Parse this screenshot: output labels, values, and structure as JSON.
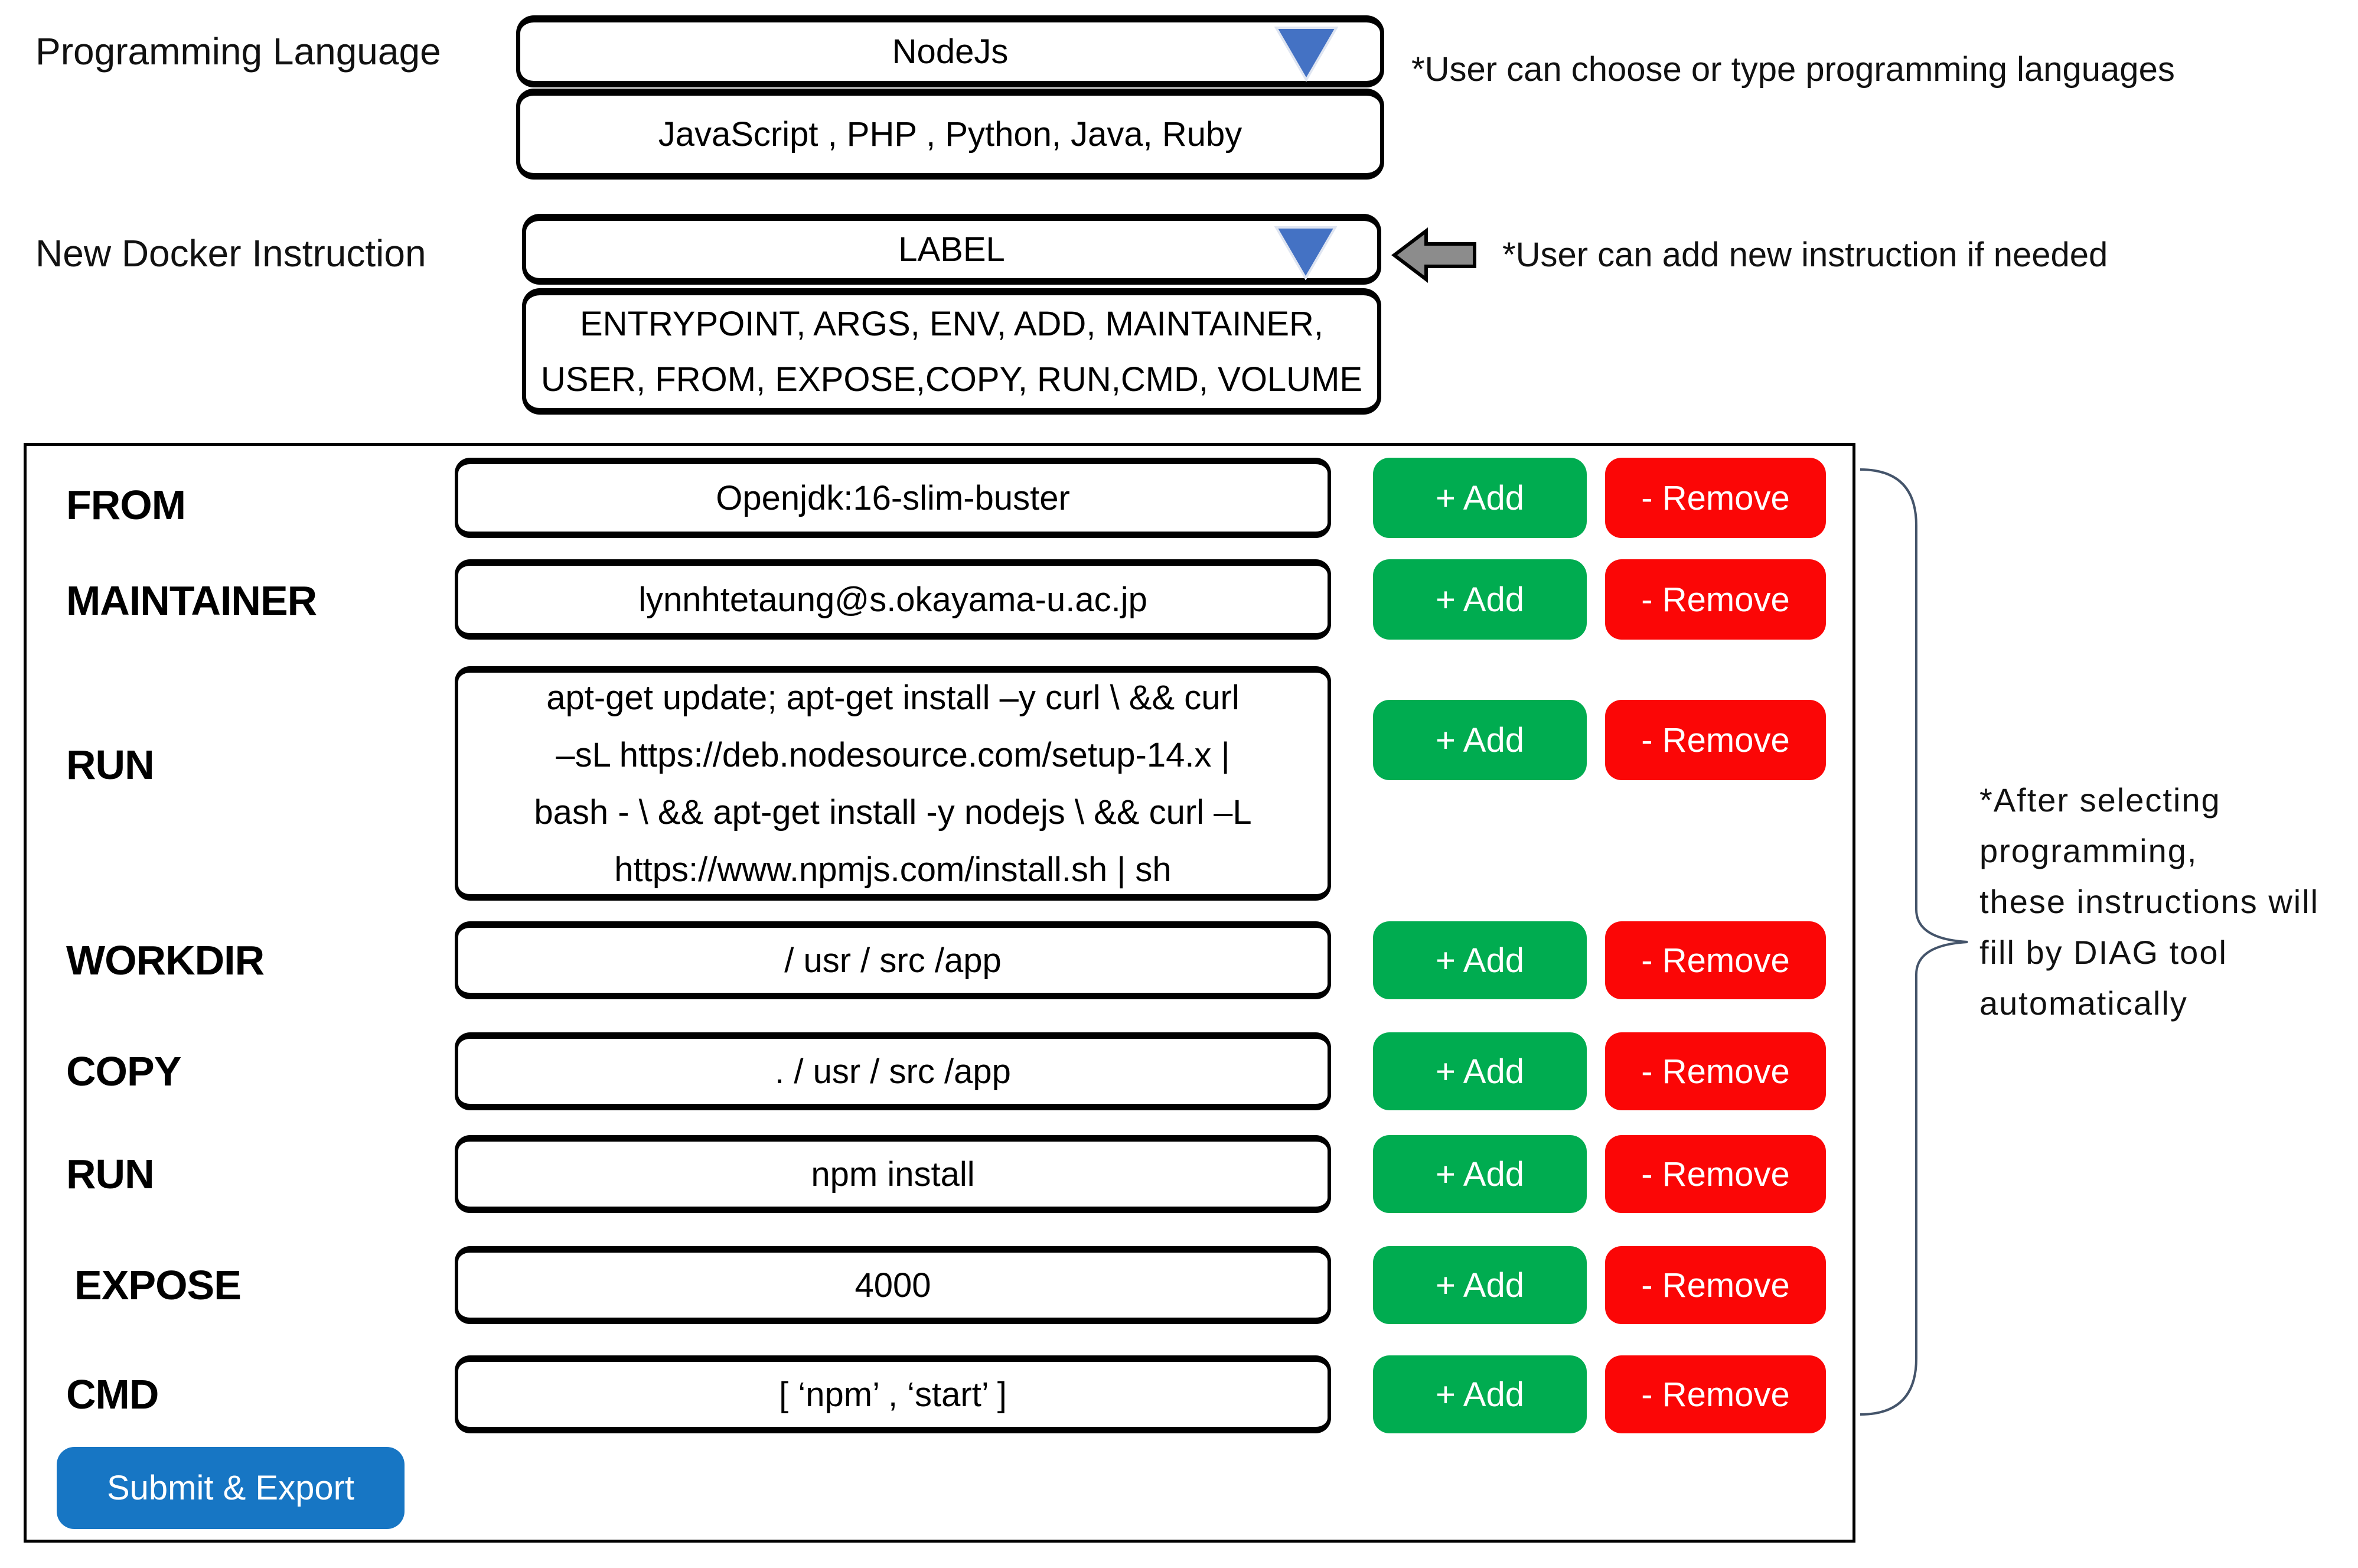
{
  "top": {
    "programming_language": {
      "label": "Programming Language",
      "selected": "NodeJs",
      "options": "JavaScript , PHP , Python, Java, Ruby",
      "note": "*User can choose or type programming languages"
    },
    "new_docker_instruction": {
      "label": "New Docker Instruction",
      "selected": "LABEL",
      "options": "ENTRYPOINT, ARGS, ENV, ADD, MAINTAINER,\nUSER, FROM, EXPOSE,COPY, RUN,CMD, VOLUME",
      "note": "*User can add new instruction if needed"
    }
  },
  "form": {
    "add_label": "+ Add",
    "remove_label": "- Remove",
    "submit_label": "Submit & Export",
    "note": "*After selecting\nprogramming,\nthese instructions will\nfill by DIAG tool\nautomatically",
    "rows": [
      {
        "label": "FROM",
        "value": "Openjdk:16-slim-buster"
      },
      {
        "label": "MAINTAINER",
        "value": "lynnhtetaung@s.okayama-u.ac.jp"
      },
      {
        "label": "RUN",
        "value": "apt-get update; apt-get install –y curl \\ && curl\n–sL https://deb.nodesource.com/setup-14.x |\nbash - \\ && apt-get install -y nodejs \\ && curl –L\nhttps://www.npmjs.com/install.sh | sh"
      },
      {
        "label": "WORKDIR",
        "value": "/ usr / src /app"
      },
      {
        "label": "COPY",
        "value": ". / usr / src /app"
      },
      {
        "label": "RUN",
        "value": "npm install"
      },
      {
        "label": "EXPOSE",
        "value": "4000"
      },
      {
        "label": "CMD",
        "value": "[ ‘npm’ , ‘start’ ]"
      }
    ]
  },
  "colors": {
    "add_green": "#00AC50",
    "remove_red": "#FB0606",
    "submit_blue": "#1776C4",
    "dropdown_blue": "#4472C4",
    "arrow_gray": "#8C8C8C",
    "brace_navy": "#44546A"
  }
}
